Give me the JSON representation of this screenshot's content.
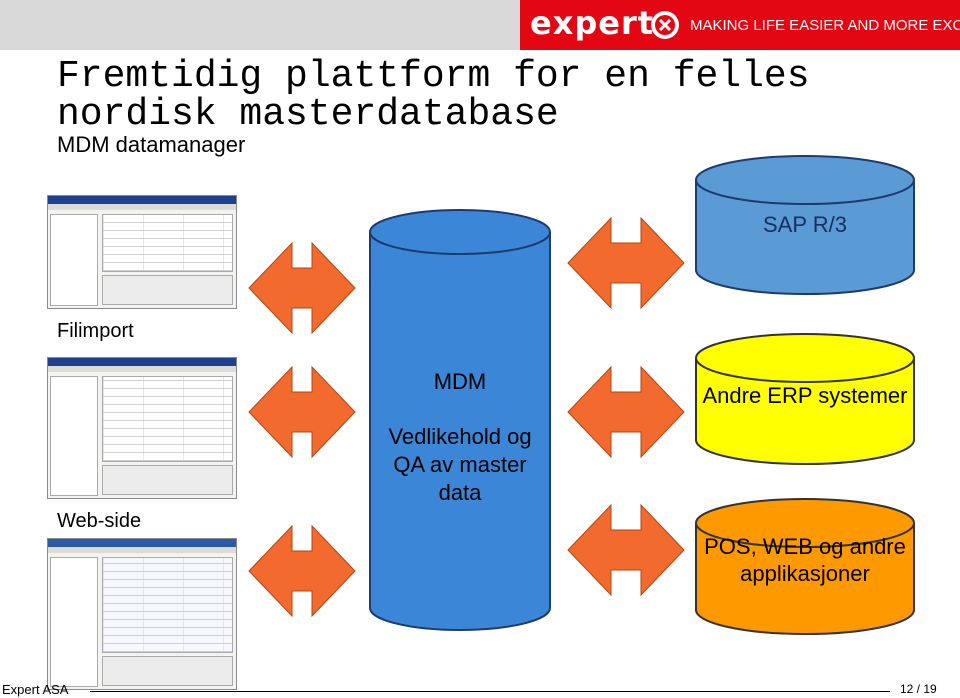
{
  "header": {
    "logo": "expert",
    "tagline": "MAKING LIFE EASIER AND MORE EXCITING",
    "brand_color": "#e30613"
  },
  "slide": {
    "title": "Fremtidig plattform for en felles nordisk masterdatabase",
    "subtitle": "MDM datamanager"
  },
  "captions": {
    "filimport": "Filimport",
    "webside": "Web-side"
  },
  "nodes": {
    "mdm": {
      "name": "MDM",
      "description": "Vedlikehold og QA av master data",
      "color": "#3b86d6"
    },
    "sap": {
      "label": "SAP R/3",
      "color": "#5b9bd5"
    },
    "erp": {
      "label": "Andre ERP systemer",
      "color": "#ffff00"
    },
    "pos": {
      "label": "POS, WEB og andre applikasjoner",
      "color": "#ff9900"
    }
  },
  "arrow_color": "#f26a2e",
  "footer": {
    "company": "Expert ASA",
    "page": "12 / 19"
  }
}
